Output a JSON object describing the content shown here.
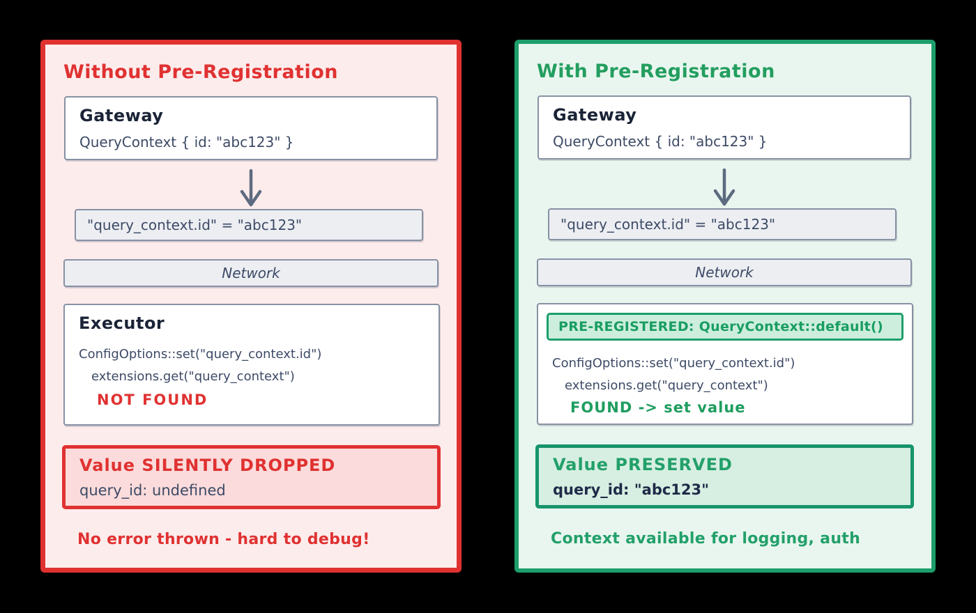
{
  "colors": {
    "background": "#000000",
    "red_accent": "#e03131",
    "red_panel_bg": "#fdecec",
    "red_box_bg": "#fbdbdb",
    "green_accent": "#1d9e6b",
    "green_text": "#23a06a",
    "green_panel_bg": "#e9f6ef",
    "green_box_bg": "#d7efe2",
    "green_badge_bg": "#cdeedd",
    "gray_border": "#8791a3",
    "gray_fill": "#eceef2",
    "slate_code_text": "#3d4a66",
    "heading_text": "#1a2336",
    "arrow": "#5d6b80"
  },
  "left_panel": {
    "title": "Without Pre-Registration",
    "gateway": {
      "heading": "Gateway",
      "code": "QueryContext { id: \"abc123\" }"
    },
    "mapping": "\"query_context.id\" = \"abc123\"",
    "network_label": "Network",
    "executor": {
      "heading": "Executor",
      "line1": "ConfigOptions::set(\"query_context.id\")",
      "line2": "extensions.get(\"query_context\")",
      "result": "NOT FOUND"
    },
    "outcome": {
      "heading": "Value SILENTLY DROPPED",
      "detail": "query_id: undefined"
    },
    "footnote": "No error thrown - hard to debug!"
  },
  "right_panel": {
    "title": "With Pre-Registration",
    "gateway": {
      "heading": "Gateway",
      "code": "QueryContext { id: \"abc123\" }"
    },
    "mapping": "\"query_context.id\" = \"abc123\"",
    "network_label": "Network",
    "executor": {
      "badge": "PRE-REGISTERED: QueryContext::default()",
      "line1": "ConfigOptions::set(\"query_context.id\")",
      "line2": "extensions.get(\"query_context\")",
      "result": "FOUND -> set value"
    },
    "outcome": {
      "heading": "Value PRESERVED",
      "detail": "query_id: \"abc123\""
    },
    "footnote": "Context available for logging, auth"
  }
}
